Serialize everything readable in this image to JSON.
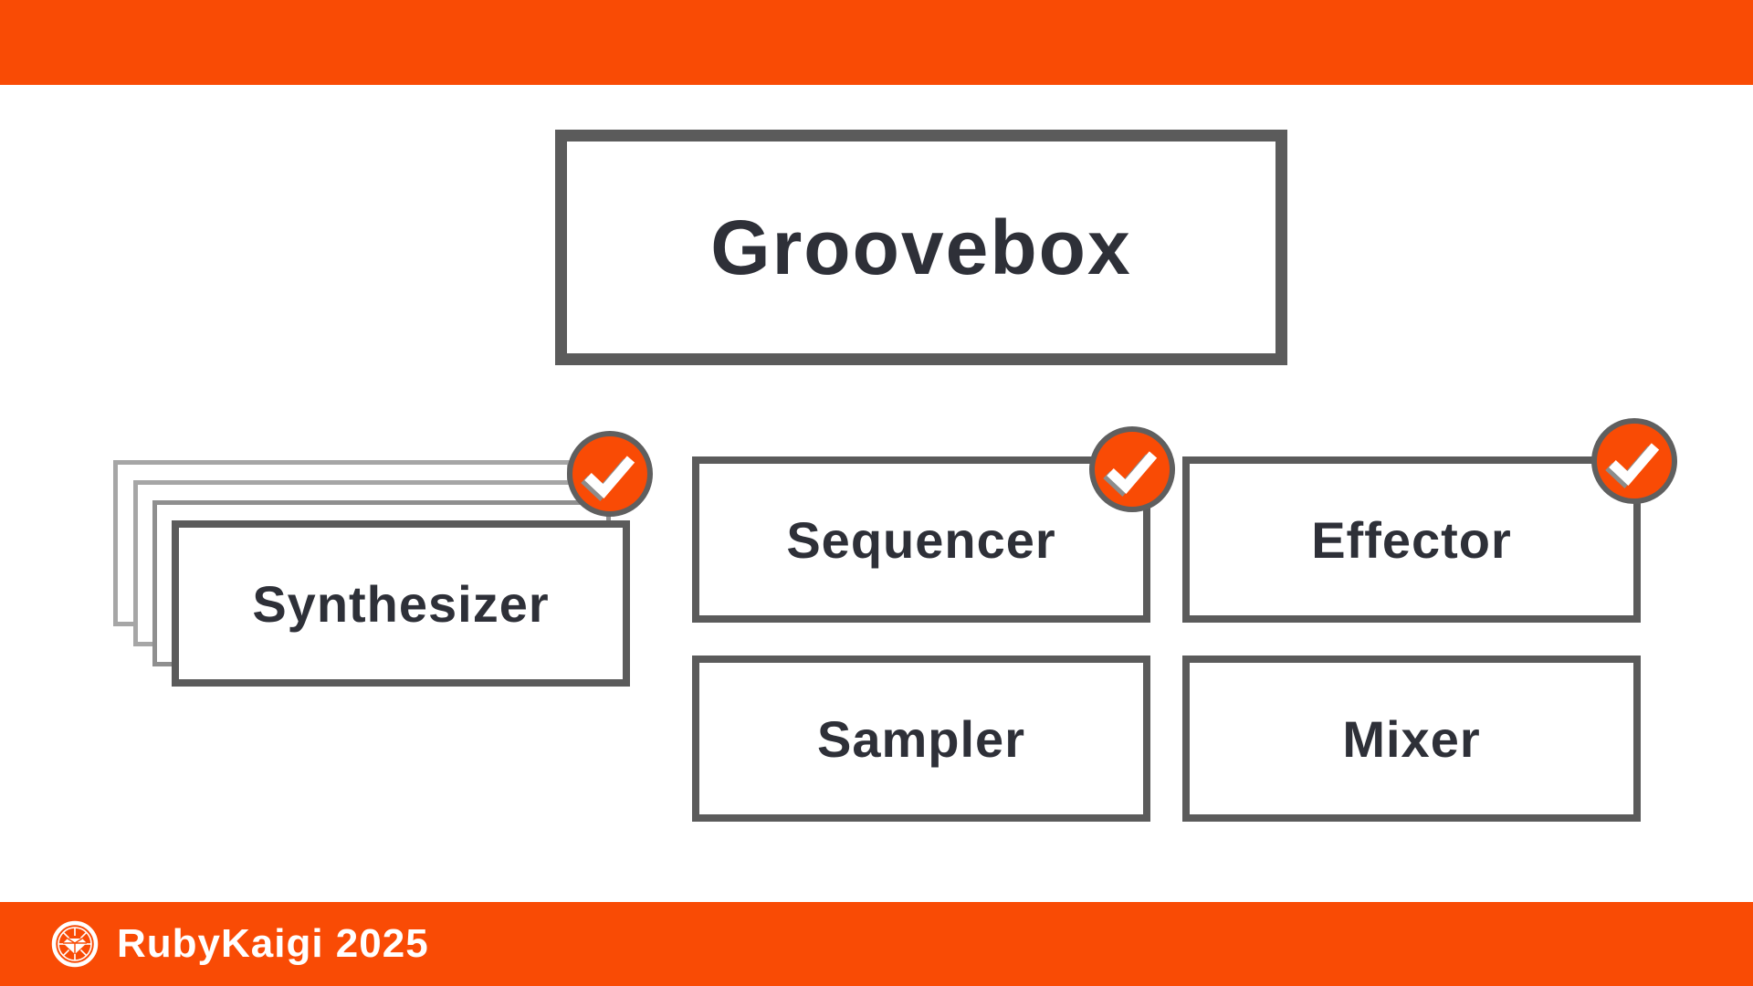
{
  "colors": {
    "accent_orange": "#F94B05",
    "border_dark_gray": "#5B5B5B",
    "stack_outline_gray": "#A6A6A6",
    "stack_outline_mid_gray": "#8F8F8F",
    "text_charcoal": "#2E3038",
    "check_white": "#FFFFFF"
  },
  "diagram": {
    "root": {
      "label": "Groovebox"
    },
    "nodes": [
      {
        "id": "synthesizer",
        "label": "Synthesizer",
        "checked": true,
        "stacked": true,
        "stack_count": 4
      },
      {
        "id": "sequencer",
        "label": "Sequencer",
        "checked": true,
        "stacked": false
      },
      {
        "id": "effector",
        "label": "Effector",
        "checked": true,
        "stacked": false
      },
      {
        "id": "sampler",
        "label": "Sampler",
        "checked": false,
        "stacked": false
      },
      {
        "id": "mixer",
        "label": "Mixer",
        "checked": false,
        "stacked": false
      }
    ],
    "badge_icon": "check-icon"
  },
  "footer": {
    "brand": "RubyKaigi 2025",
    "logo": "rubykaigi-gem-logo"
  }
}
